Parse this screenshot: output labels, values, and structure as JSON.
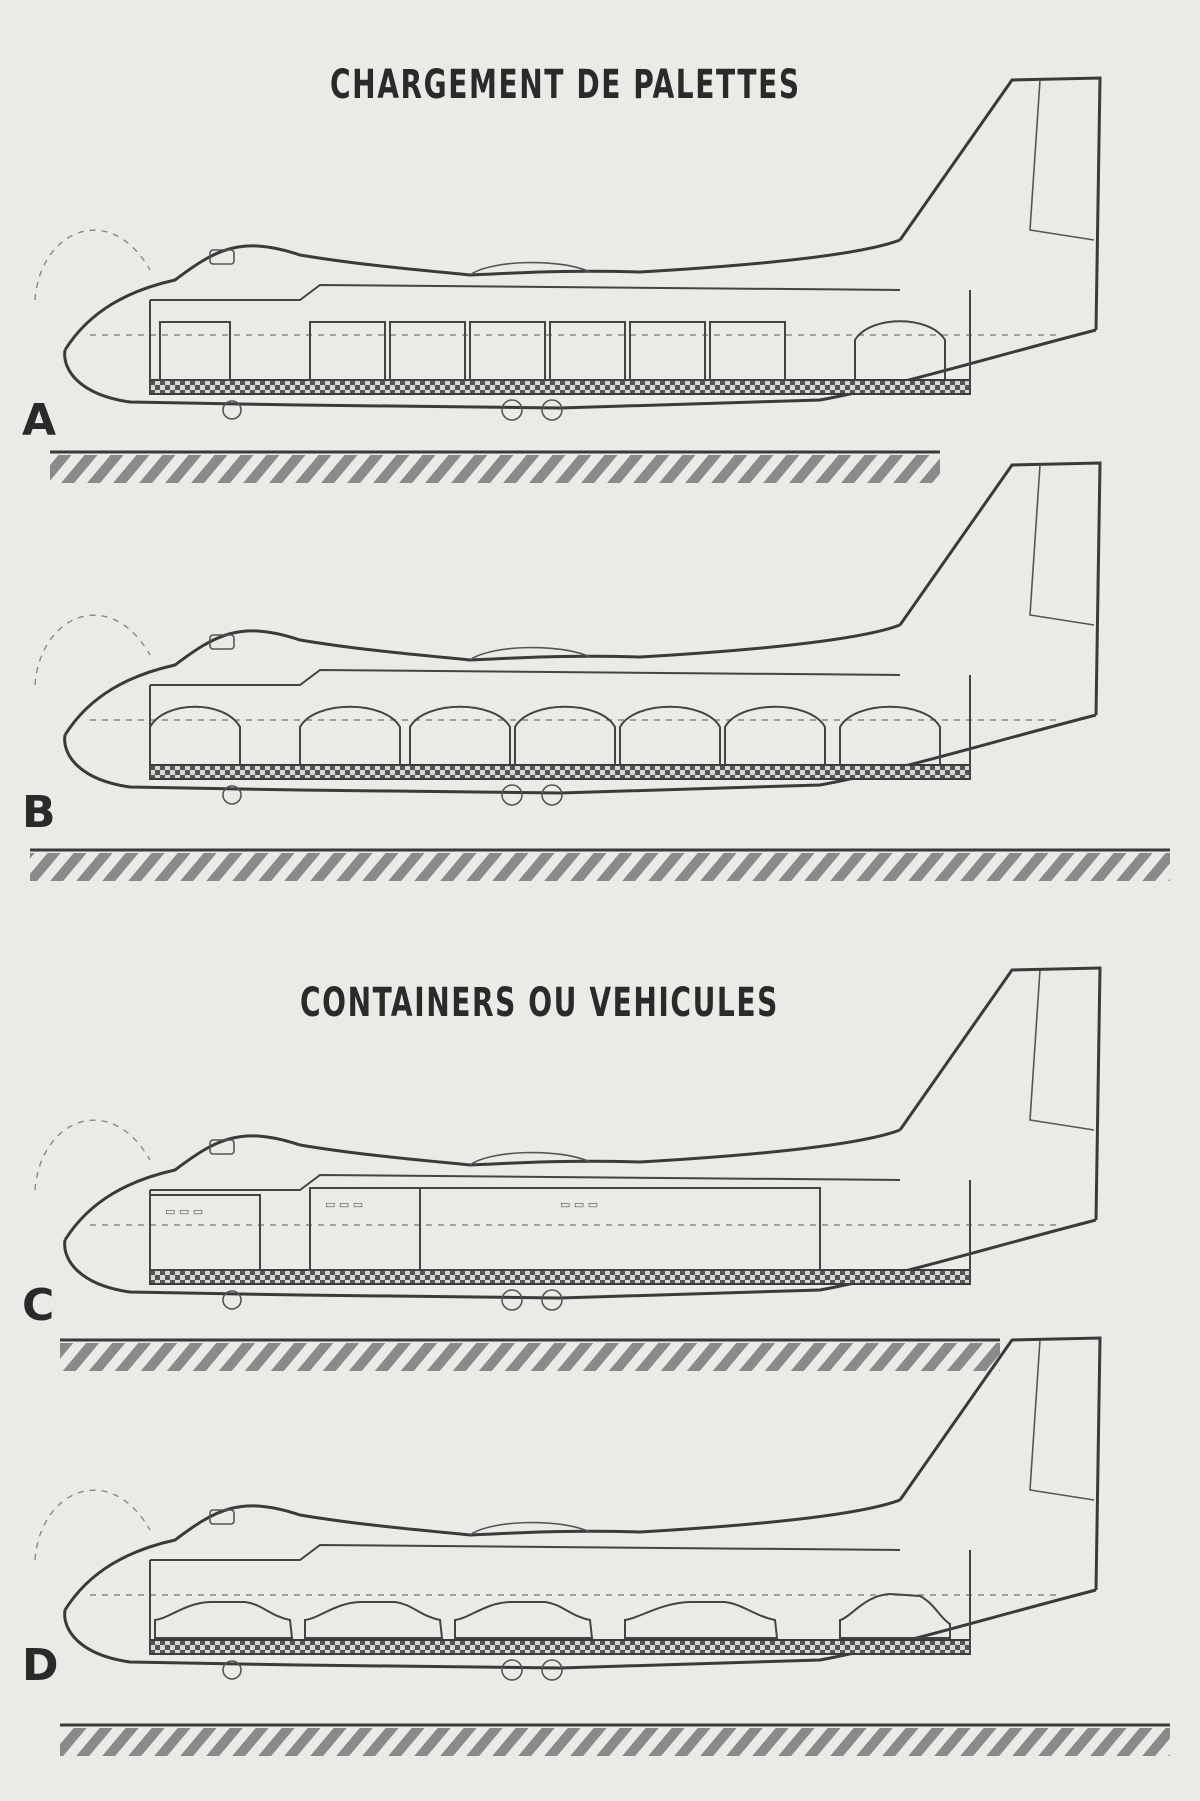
{
  "headings": {
    "pallets": "CHARGEMENT DE PALETTES",
    "containers": "CONTAINERS OU VEHICULES"
  },
  "panels": [
    {
      "label": "A",
      "cargo": "pallets-square"
    },
    {
      "label": "B",
      "cargo": "pallets-arched"
    },
    {
      "label": "C",
      "cargo": "containers"
    },
    {
      "label": "D",
      "cargo": "vehicles"
    }
  ],
  "colors": {
    "background": "#eceae6",
    "line": "#3a3a3a",
    "hatch": "#8a8a8a"
  }
}
